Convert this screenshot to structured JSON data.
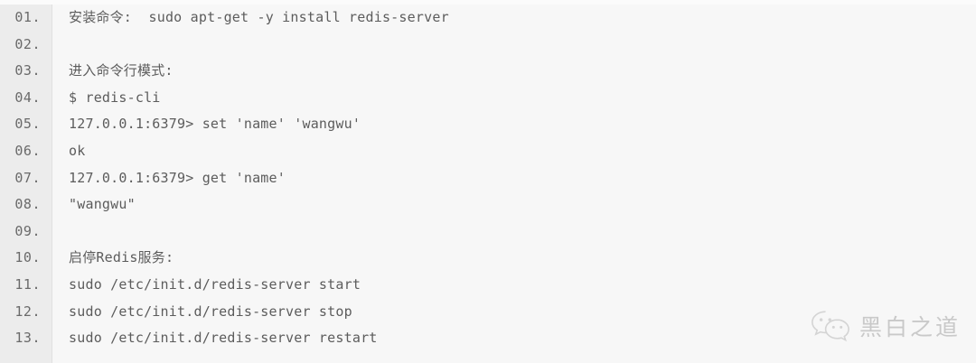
{
  "code_block": {
    "language_hint": "shell",
    "background_color": "#f7f7f7",
    "gutter_color": "#ececec",
    "text_color": "#5c5c5c",
    "lines": [
      {
        "number": "01.",
        "text": "安装命令:  sudo apt-get -y install redis-server"
      },
      {
        "number": "02.",
        "text": ""
      },
      {
        "number": "03.",
        "text": "进入命令行模式:"
      },
      {
        "number": "04.",
        "text": "$ redis-cli"
      },
      {
        "number": "05.",
        "text": "127.0.0.1:6379> set 'name' 'wangwu'"
      },
      {
        "number": "06.",
        "text": "ok"
      },
      {
        "number": "07.",
        "text": "127.0.0.1:6379> get 'name'"
      },
      {
        "number": "08.",
        "text": "\"wangwu\""
      },
      {
        "number": "09.",
        "text": ""
      },
      {
        "number": "10.",
        "text": "启停Redis服务:"
      },
      {
        "number": "11.",
        "text": "sudo /etc/init.d/redis-server start"
      },
      {
        "number": "12.",
        "text": "sudo /etc/init.d/redis-server stop"
      },
      {
        "number": "13.",
        "text": "sudo /etc/init.d/redis-server restart"
      }
    ]
  },
  "watermark": {
    "icon": "wechat-icon",
    "text": "黑白之道",
    "color": "#c9c9c9"
  }
}
